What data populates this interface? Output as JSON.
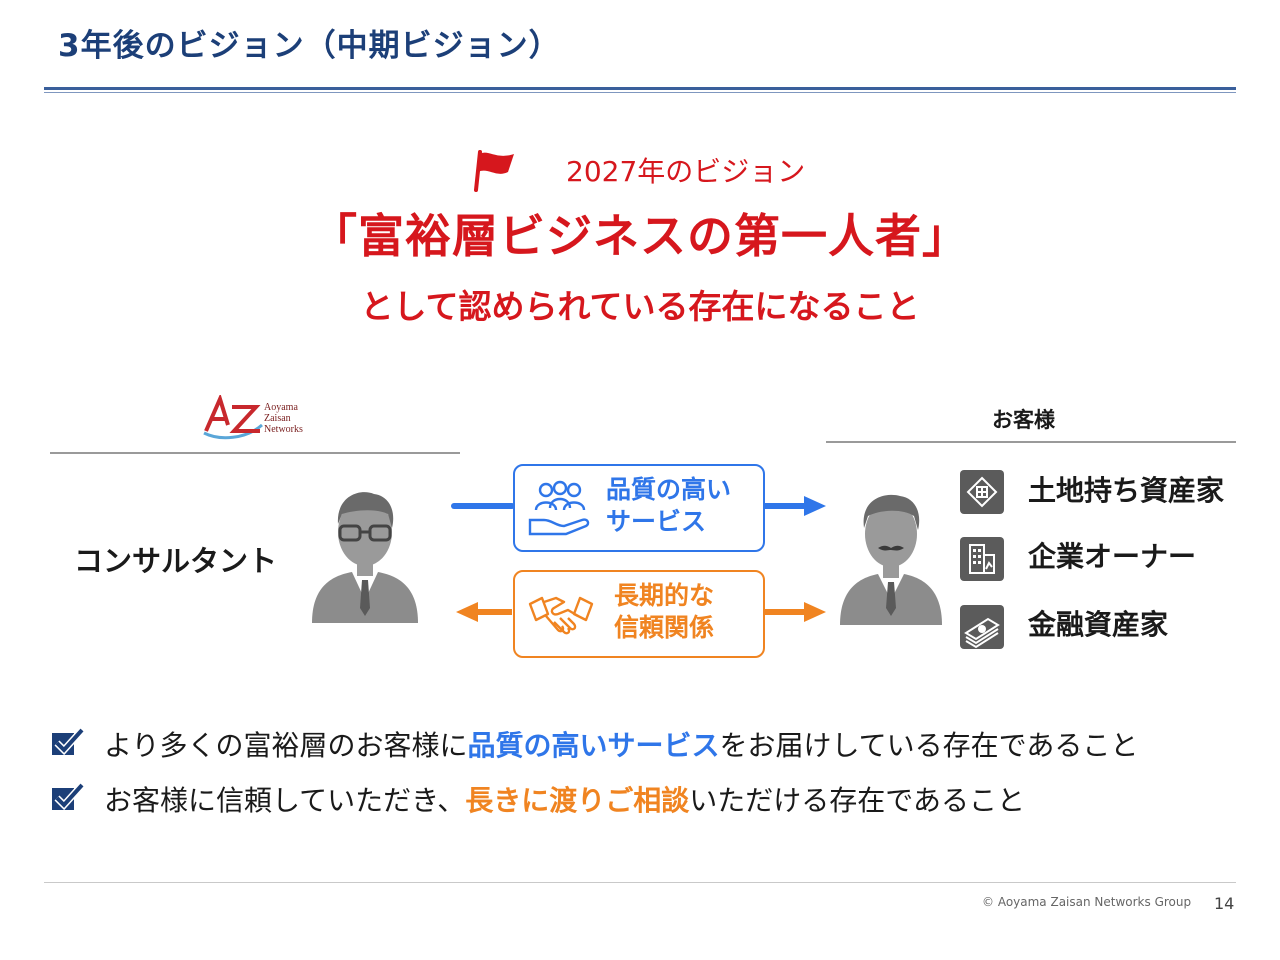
{
  "header": {
    "title": "3年後のビジョン（中期ビジョン）"
  },
  "vision": {
    "subtitle": "2027年のビジョン",
    "main": "「富裕層ビジネスの第一人者」",
    "line2": "として認められている存在になること"
  },
  "company": {
    "logo_mark": "AZ",
    "logo_text": "Aoyama\nZaisan\nNetworks",
    "role": "コンサルタント"
  },
  "flows": {
    "service": "品質の高い\nサービス",
    "trust": "長期的な\n信頼関係"
  },
  "customer": {
    "heading": "お客様",
    "types": [
      {
        "label": "土地持ち資産家",
        "icon": "building-icon"
      },
      {
        "label": "企業オーナー",
        "icon": "office-tower-icon"
      },
      {
        "label": "金融資産家",
        "icon": "money-stack-icon"
      }
    ]
  },
  "bullets": [
    {
      "pre": "より多くの富裕層のお客様に",
      "highlight": "品質の高いサービス",
      "post": "をお届けしている存在であること",
      "color": "#2f76e9"
    },
    {
      "pre": "お客様に信頼していただき、",
      "highlight": "長きに渡りご相談",
      "post": "いただける存在であること",
      "color": "#f08421"
    }
  ],
  "footer": {
    "copyright": "© Aoyama Zaisan Networks Group",
    "page": "14"
  },
  "colors": {
    "title": "#1c3f78",
    "vision": "#d6171d",
    "blue": "#2f76e9",
    "orange": "#f08421"
  }
}
